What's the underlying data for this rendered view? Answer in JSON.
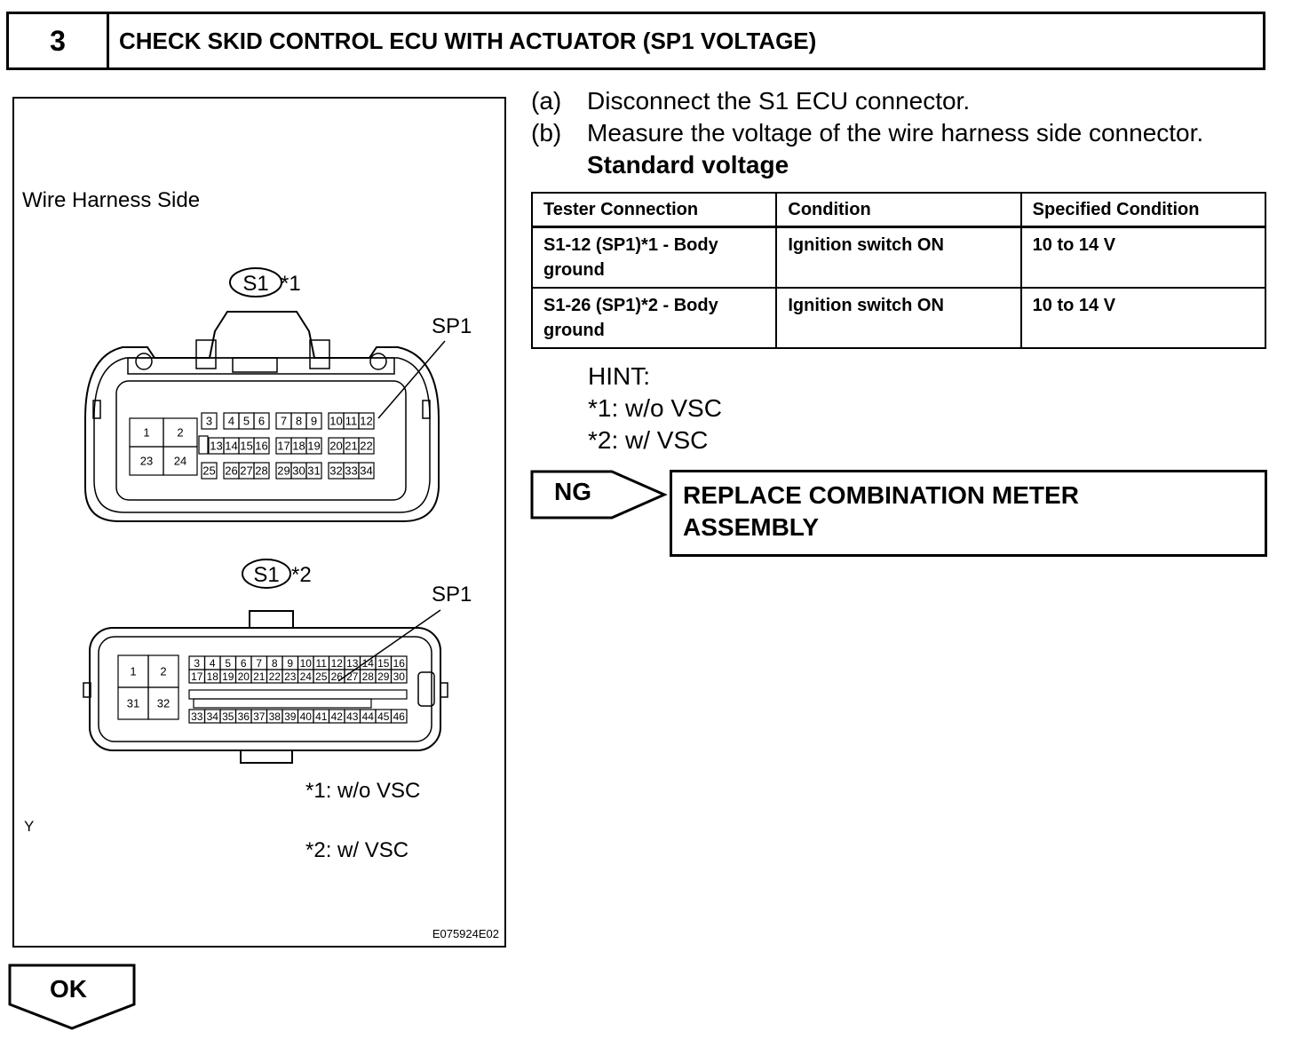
{
  "step": {
    "number": "3",
    "title": "CHECK SKID CONTROL ECU WITH ACTUATOR (SP1 VOLTAGE)"
  },
  "figure": {
    "caption": "Wire Harness Side",
    "connector1": {
      "name": "S1",
      "mark": "*1",
      "pointer_label": "SP1",
      "pins_left": [
        "1",
        "2",
        "23",
        "24"
      ],
      "pins_row1": [
        "3",
        "4",
        "5",
        "6",
        "7",
        "8",
        "9",
        "10",
        "11",
        "12"
      ],
      "pins_row2": [
        "13",
        "14",
        "15",
        "16",
        "17",
        "18",
        "19",
        "20",
        "21",
        "22"
      ],
      "pins_row3": [
        "25",
        "26",
        "27",
        "28",
        "29",
        "30",
        "31",
        "32",
        "33",
        "34"
      ]
    },
    "connector2": {
      "name": "S1",
      "mark": "*2",
      "pointer_label": "SP1",
      "pins_left": [
        "1",
        "2",
        "31",
        "32"
      ],
      "pins_row1": [
        "3",
        "4",
        "5",
        "6",
        "7",
        "8",
        "9",
        "10",
        "11",
        "12",
        "13",
        "14",
        "15",
        "16"
      ],
      "pins_row2": [
        "17",
        "18",
        "19",
        "20",
        "21",
        "22",
        "23",
        "24",
        "25",
        "26",
        "27",
        "28",
        "29",
        "30"
      ],
      "pins_row3": [
        "33",
        "34",
        "35",
        "36",
        "37",
        "38",
        "39",
        "40",
        "41",
        "42",
        "43",
        "44",
        "45",
        "46"
      ]
    },
    "note1": "*1: w/o VSC",
    "note2": "*2: w/ VSC",
    "corner_mark": "Y",
    "figure_id": "E075924E02"
  },
  "instructions": [
    {
      "label": "(a)",
      "text": "Disconnect the S1 ECU connector."
    },
    {
      "label": "(b)",
      "text": "Measure the voltage of the wire harness side connector."
    }
  ],
  "standard_heading": "Standard voltage",
  "table": {
    "headers": [
      "Tester Connection",
      "Condition",
      "Specified Condition"
    ],
    "rows": [
      {
        "connection_l1": "S1-12 (SP1)*1 - Body",
        "connection_l2": "ground",
        "condition": "Ignition switch ON",
        "spec": "10 to 14 V"
      },
      {
        "connection_l1": "S1-26 (SP1)*2 - Body",
        "connection_l2": "ground",
        "condition": "Ignition switch ON",
        "spec": "10 to 14 V"
      }
    ]
  },
  "hint": {
    "title": "HINT:",
    "line1": "*1: w/o VSC",
    "line2": "*2: w/ VSC"
  },
  "ng": {
    "label": "NG",
    "line1": "REPLACE COMBINATION METER",
    "line2": "ASSEMBLY"
  },
  "ok": {
    "label": "OK"
  }
}
